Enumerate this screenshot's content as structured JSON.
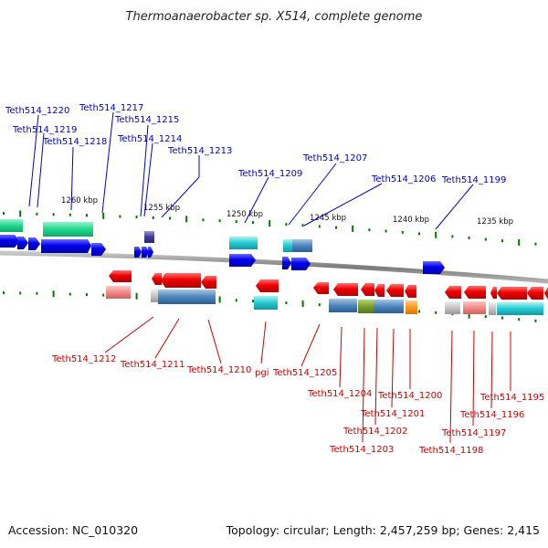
{
  "title": "Thermoanaerobacter sp. X514, complete genome",
  "footer": {
    "accession": "Accession: NC_010320",
    "summary": "Topology: circular; Length: 2,457,259 bp; Genes: 2,415"
  },
  "colors": {
    "forward": "#0000ee",
    "reverse": "#ee0000",
    "forward_label": "#0000cc",
    "reverse_label": "#cc0000",
    "tick": "#007700",
    "backbone": "#888888"
  },
  "kbp_ticks": [
    "1260 kbp",
    "1255 kbp",
    "1250 kbp",
    "1245 kbp",
    "1240 kbp",
    "1235 kbp"
  ],
  "forward_labels": [
    "Teth514_1220",
    "Teth514_1219",
    "Teth514_1218",
    "Teth514_1217",
    "Teth514_1215",
    "Teth514_1214",
    "Teth514_1213",
    "Teth514_1209",
    "Teth514_1207",
    "Teth514_1206",
    "Teth514_1199"
  ],
  "reverse_labels": [
    "Teth514_1212",
    "Teth514_1211",
    "Teth514_1210",
    "pgi",
    "Teth514_1205",
    "Teth514_1204",
    "Teth514_1200",
    "Teth514_1201",
    "Teth514_1202",
    "Teth514_1203",
    "Teth514_1198",
    "Teth514_1197",
    "Teth514_1196",
    "Teth514_1195"
  ]
}
